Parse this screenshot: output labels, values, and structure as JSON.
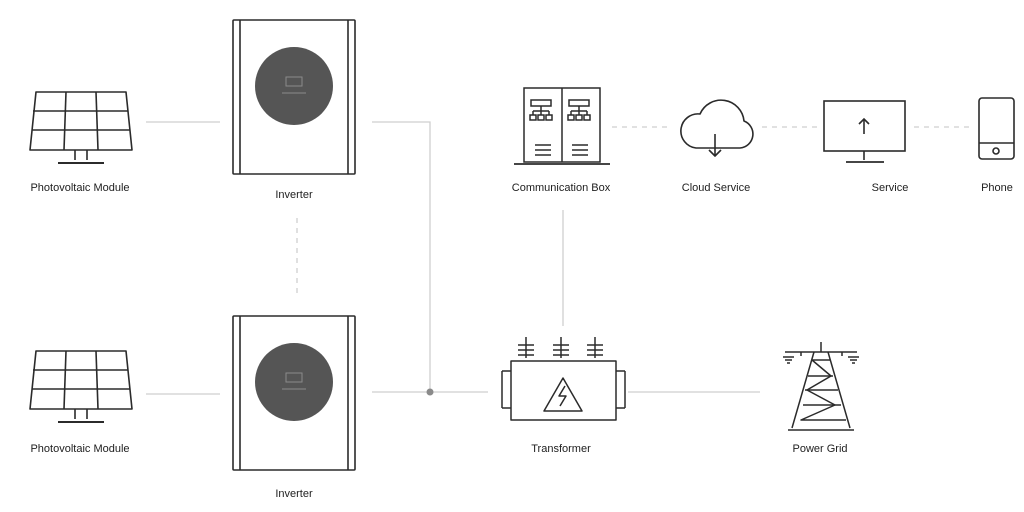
{
  "nodes": {
    "pv_top": {
      "label": "Photovoltaic Module",
      "icon": "solar-panel-icon"
    },
    "pv_bottom": {
      "label": "Photovoltaic Module",
      "icon": "solar-panel-icon"
    },
    "inverter_top": {
      "label": "Inverter",
      "icon": "inverter-icon"
    },
    "inverter_bottom": {
      "label": "Inverter",
      "icon": "inverter-icon"
    },
    "comm_box": {
      "label": "Communication Box",
      "icon": "server-cabinet-icon"
    },
    "cloud": {
      "label": "Cloud Service",
      "icon": "cloud-download-icon"
    },
    "service": {
      "label": "Service",
      "icon": "monitor-upload-icon"
    },
    "phone": {
      "label": "Phone",
      "icon": "smartphone-icon"
    },
    "transformer": {
      "label": "Transformer",
      "icon": "transformer-icon"
    },
    "grid": {
      "label": "Power Grid",
      "icon": "transmission-tower-icon"
    }
  },
  "colors": {
    "line": "#cfcfcf",
    "stroke": "#2b2b2b",
    "inverter_disc": "#555555"
  }
}
